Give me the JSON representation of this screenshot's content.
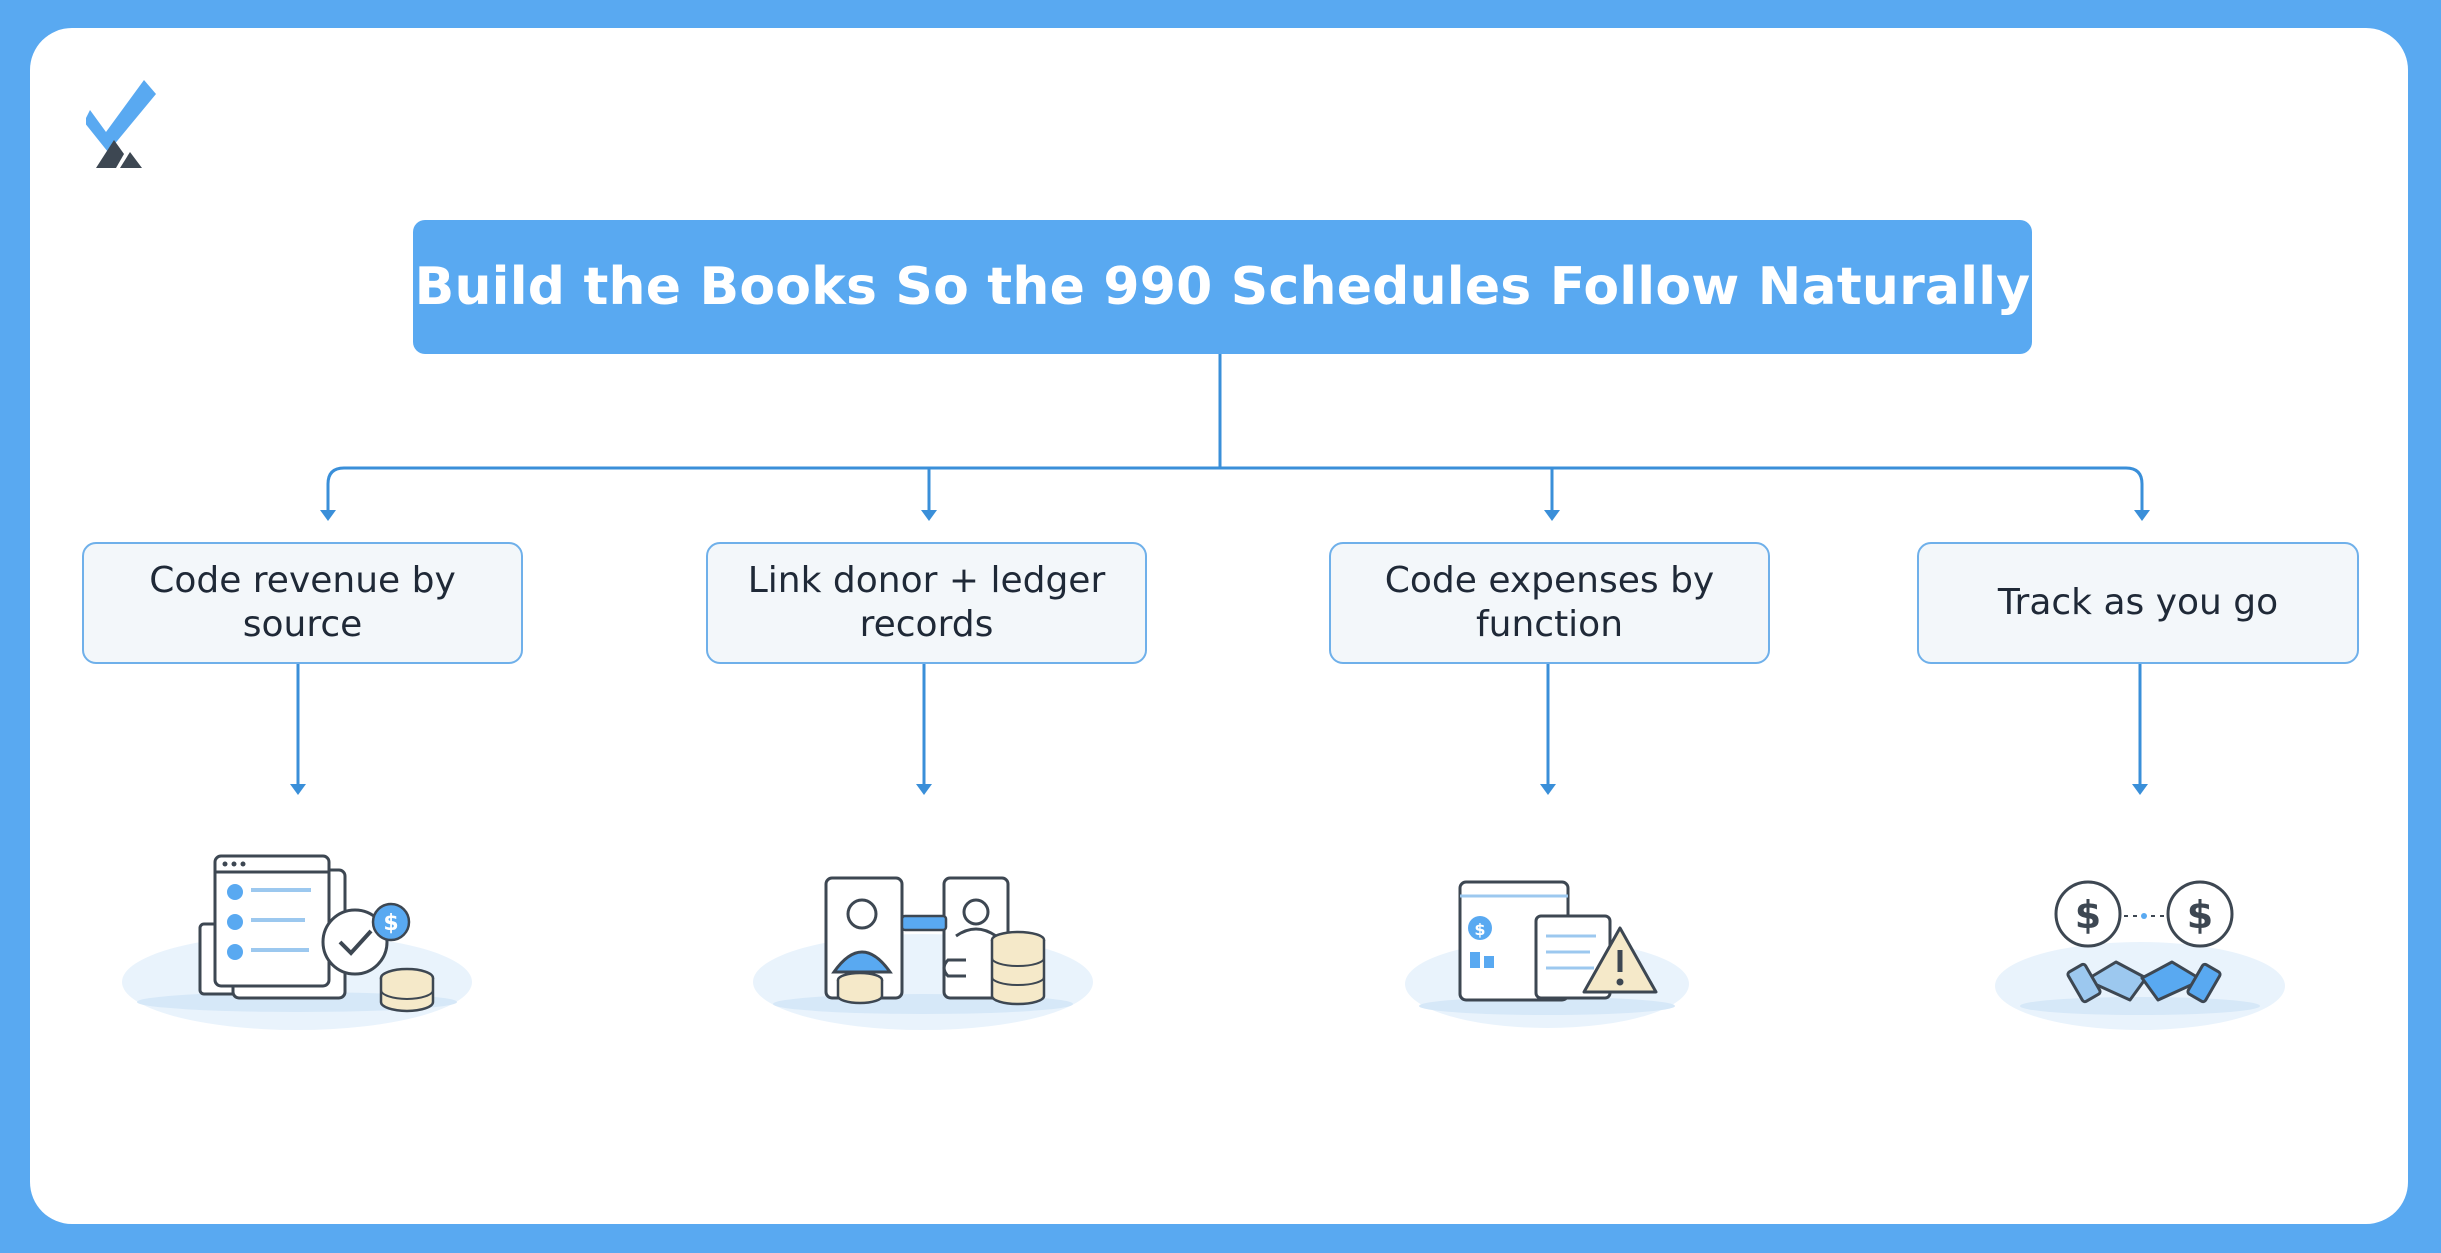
{
  "title": "Build the Books So the 990 Schedules Follow Naturally",
  "steps": [
    {
      "label": "Code revenue by source",
      "illustration": "revenue-documents-coins-icon"
    },
    {
      "label": "Link donor + ledger records",
      "illustration": "donor-ledger-link-icon"
    },
    {
      "label": "Code expenses by function",
      "illustration": "expense-warning-icon"
    },
    {
      "label": "Track as you go",
      "illustration": "handshake-dollar-icon"
    }
  ],
  "colors": {
    "frame": "#59a9f1",
    "title_bg": "#59a9f1",
    "node_border": "#6fb0ea",
    "node_bg": "#f3f7fa",
    "connector": "#3a8fd9"
  }
}
